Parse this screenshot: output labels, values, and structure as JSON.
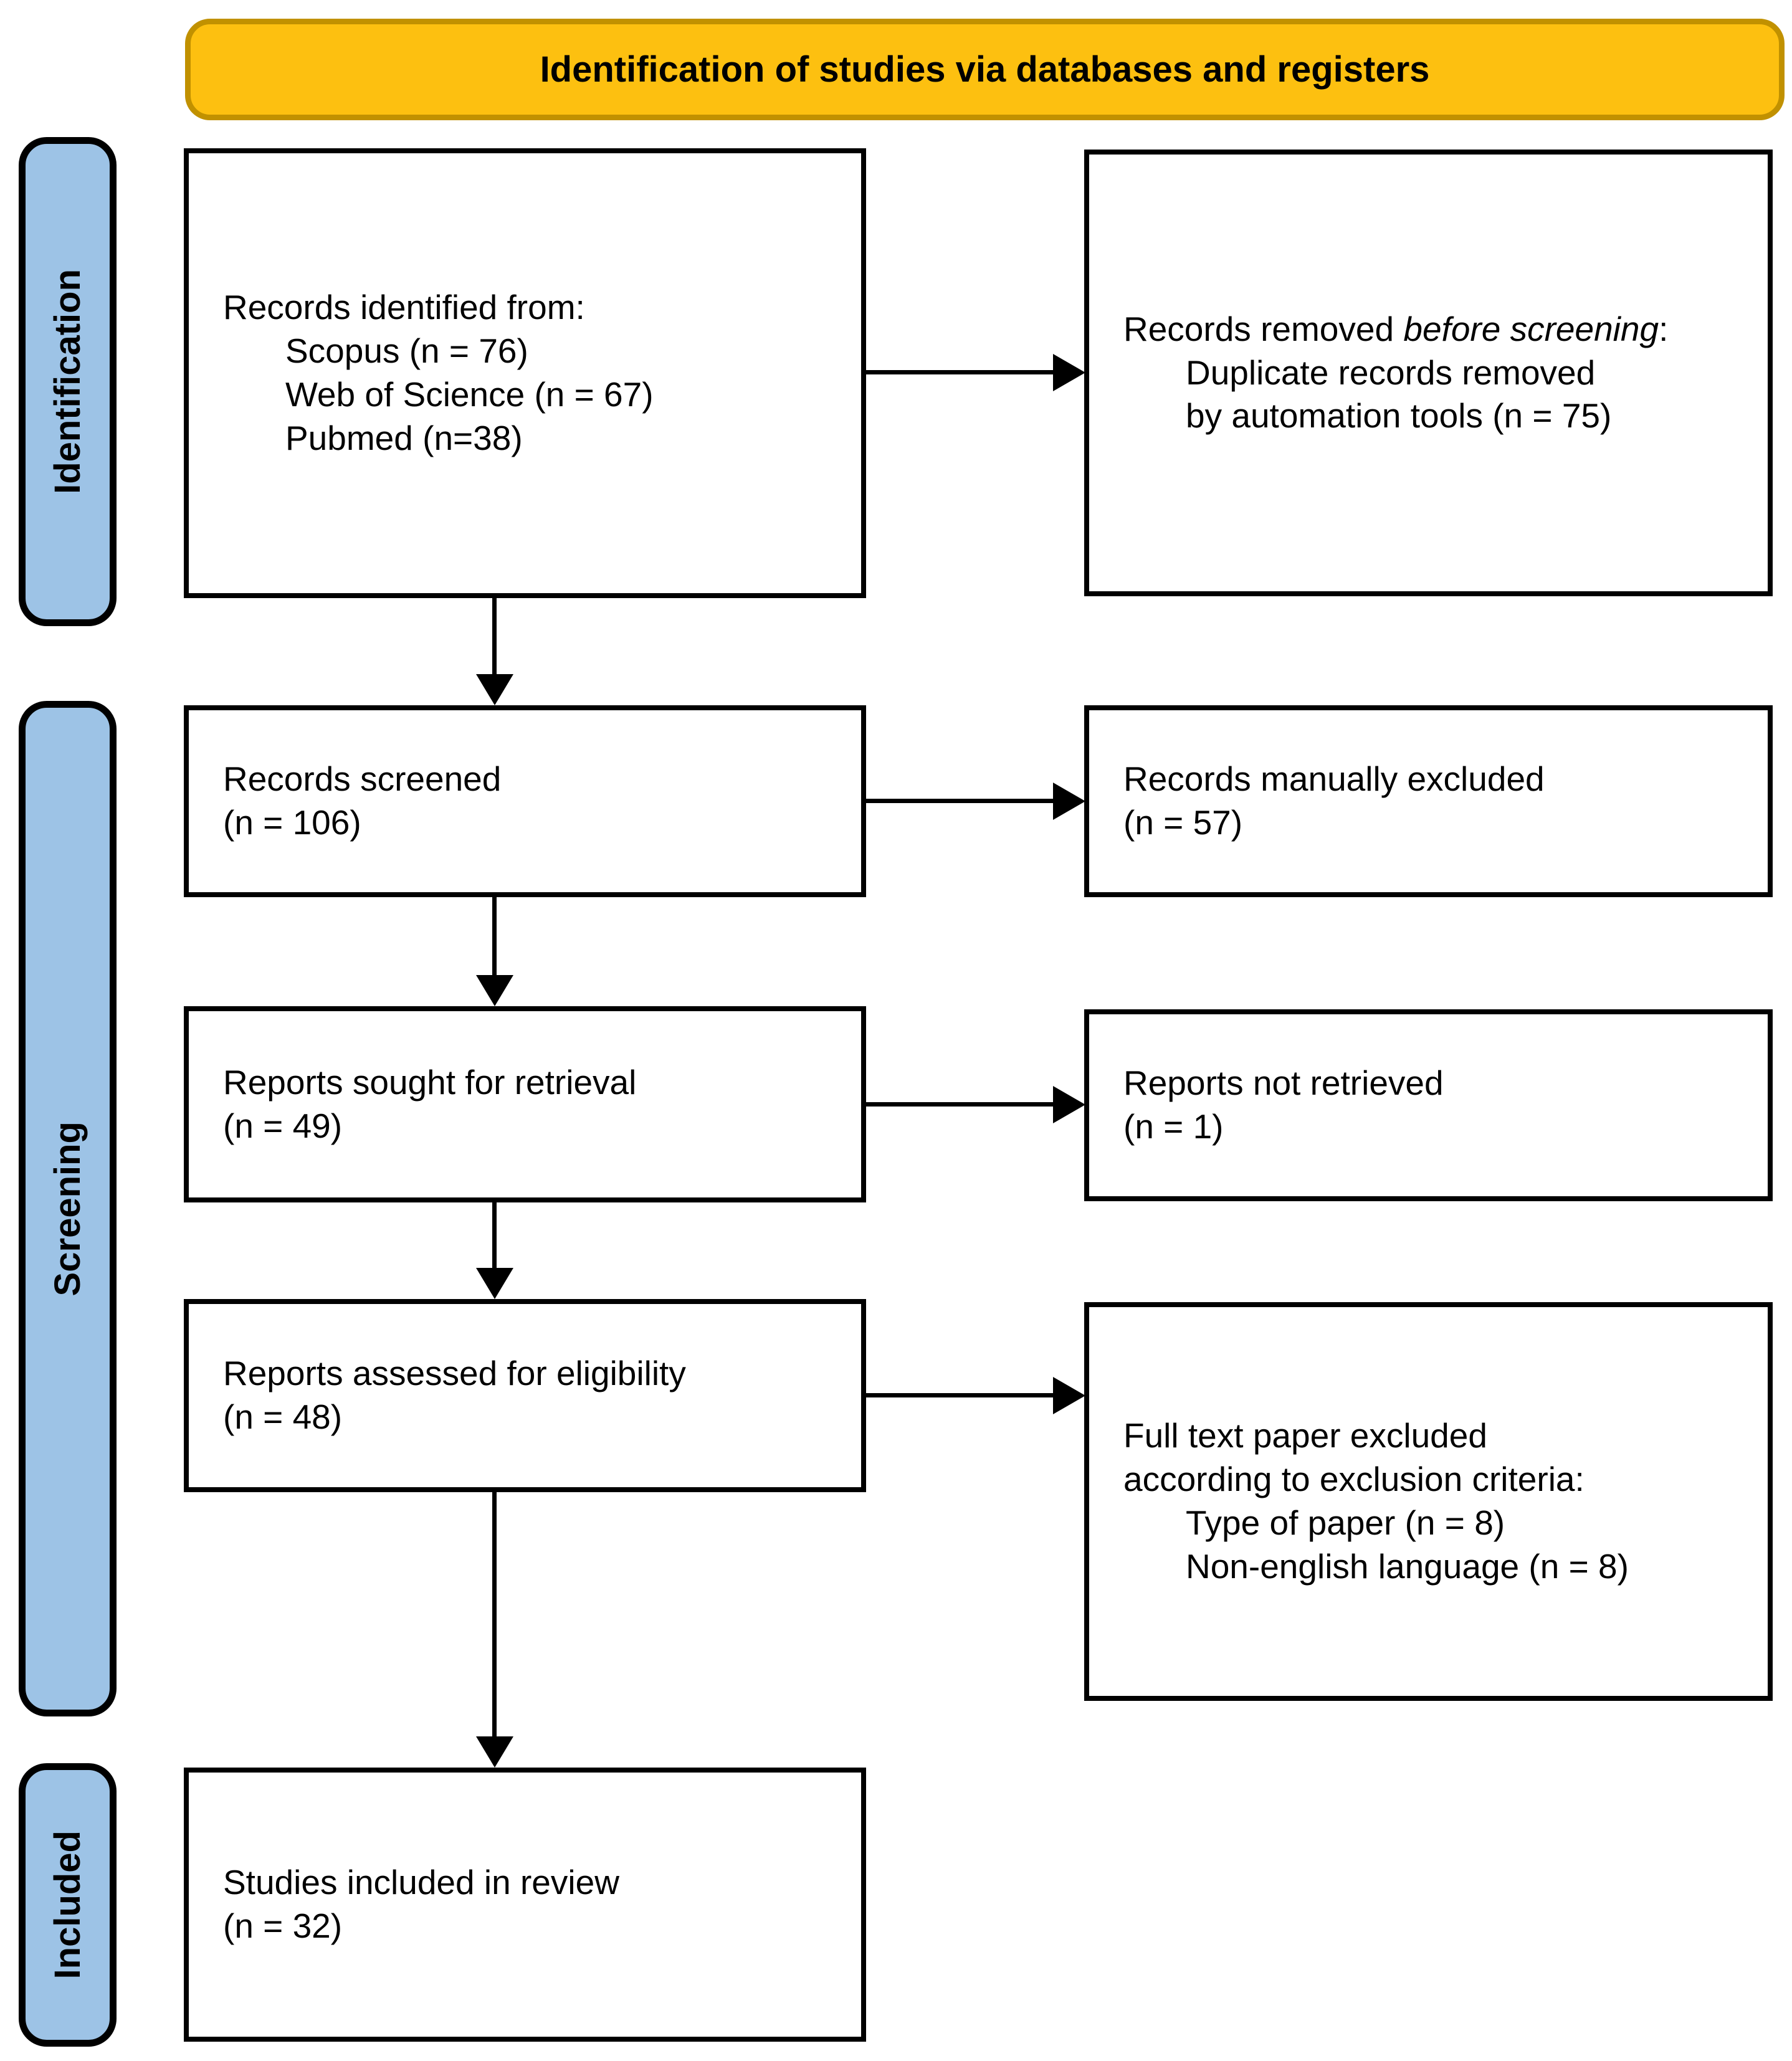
{
  "banner": {
    "title": "Identification of studies via databases and registers"
  },
  "sidebar": {
    "identification_label": "Identification",
    "screening_label": "Screening",
    "included_label": "Included"
  },
  "boxes": {
    "records_identified": {
      "heading": "Records identified from:",
      "items": [
        "Scopus (n = 76)",
        "Web of Science (n = 67)",
        "Pubmed (n=38)"
      ]
    },
    "records_removed": {
      "heading_prefix": "Records removed ",
      "heading_italic": "before screening",
      "heading_suffix": ":",
      "items": [
        "Duplicate records removed\nby automation tools (n = 75)"
      ]
    },
    "records_screened": {
      "heading": "Records screened\n(n = 106)"
    },
    "records_manually_excluded": {
      "heading": "Records manually excluded\n(n = 57)"
    },
    "reports_sought": {
      "heading": "Reports sought for retrieval\n(n = 49)"
    },
    "reports_not_retrieved": {
      "heading": "Reports not retrieved\n(n = 1)"
    },
    "reports_assessed": {
      "heading": "Reports assessed for eligibility\n(n = 48)"
    },
    "fulltext_excluded": {
      "heading": "Full text paper excluded according to exclusion criteria:",
      "items": [
        "Type of paper (n = 8)",
        "Non-english language (n = 8)"
      ]
    },
    "studies_included": {
      "heading": "Studies included in review\n(n = 32)"
    }
  },
  "colors": {
    "banner-fill": "#FDC010",
    "banner-border": "#C19100",
    "sidebar-fill": "#9DC3E6",
    "line-color": "#000000"
  }
}
